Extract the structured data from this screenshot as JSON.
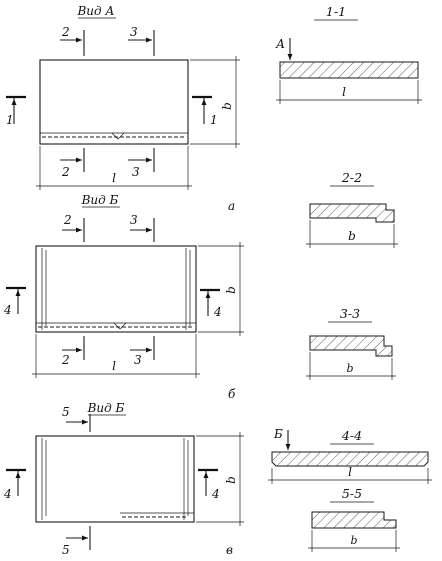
{
  "views": {
    "a": {
      "title": "Вид А",
      "panel_label": "а",
      "cut_top_left": "2",
      "cut_top_right": "3",
      "cut_bottom_left": "2",
      "cut_bottom_right": "3",
      "side_left": "1",
      "side_right": "1",
      "dim_width": "b",
      "dim_length": "l"
    },
    "b": {
      "title": "Вид Б",
      "panel_label": "б",
      "cut_top_left": "2",
      "cut_top_right": "3",
      "cut_bottom_left": "2",
      "cut_bottom_right": "3",
      "side_left": "4",
      "side_right": "4",
      "dim_width": "b",
      "dim_length": "l"
    },
    "c": {
      "title": "Вид Б",
      "panel_label": "в",
      "cut_top": "5",
      "cut_bottom": "5",
      "side_left": "4",
      "side_right": "4",
      "dim_width": "b"
    }
  },
  "sections": {
    "s11": {
      "title": "1-1",
      "arrow_label": "А",
      "dim": "l"
    },
    "s22": {
      "title": "2-2",
      "dim": "b"
    },
    "s33": {
      "title": "3-3",
      "dim": "b"
    },
    "s44": {
      "title": "4-4",
      "arrow_label": "Б",
      "dim": "l"
    },
    "s55": {
      "title": "5-5",
      "dim": "b"
    }
  }
}
